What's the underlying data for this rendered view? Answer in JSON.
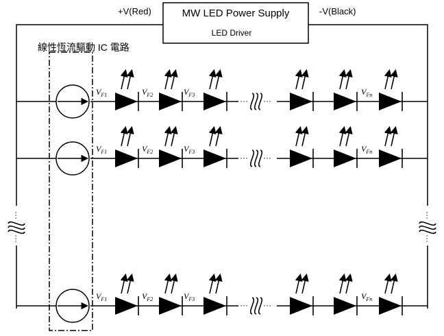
{
  "supply": {
    "title": "MW LED Power Supply",
    "subtitle": "LED Driver",
    "pos_label": "+V(Red)",
    "neg_label": "-V(Black)"
  },
  "ic_label": "線性恆流驅動 IC 電路",
  "vf_labels": [
    "VF1",
    "VF2",
    "VF3",
    "VFn"
  ],
  "ellipsis": "···",
  "colors": {
    "line": "#000000",
    "background": "#ffffff"
  },
  "icons": {
    "current_source": "current-source-icon",
    "led": "led-diode-icon",
    "break": "wire-break-icon"
  }
}
